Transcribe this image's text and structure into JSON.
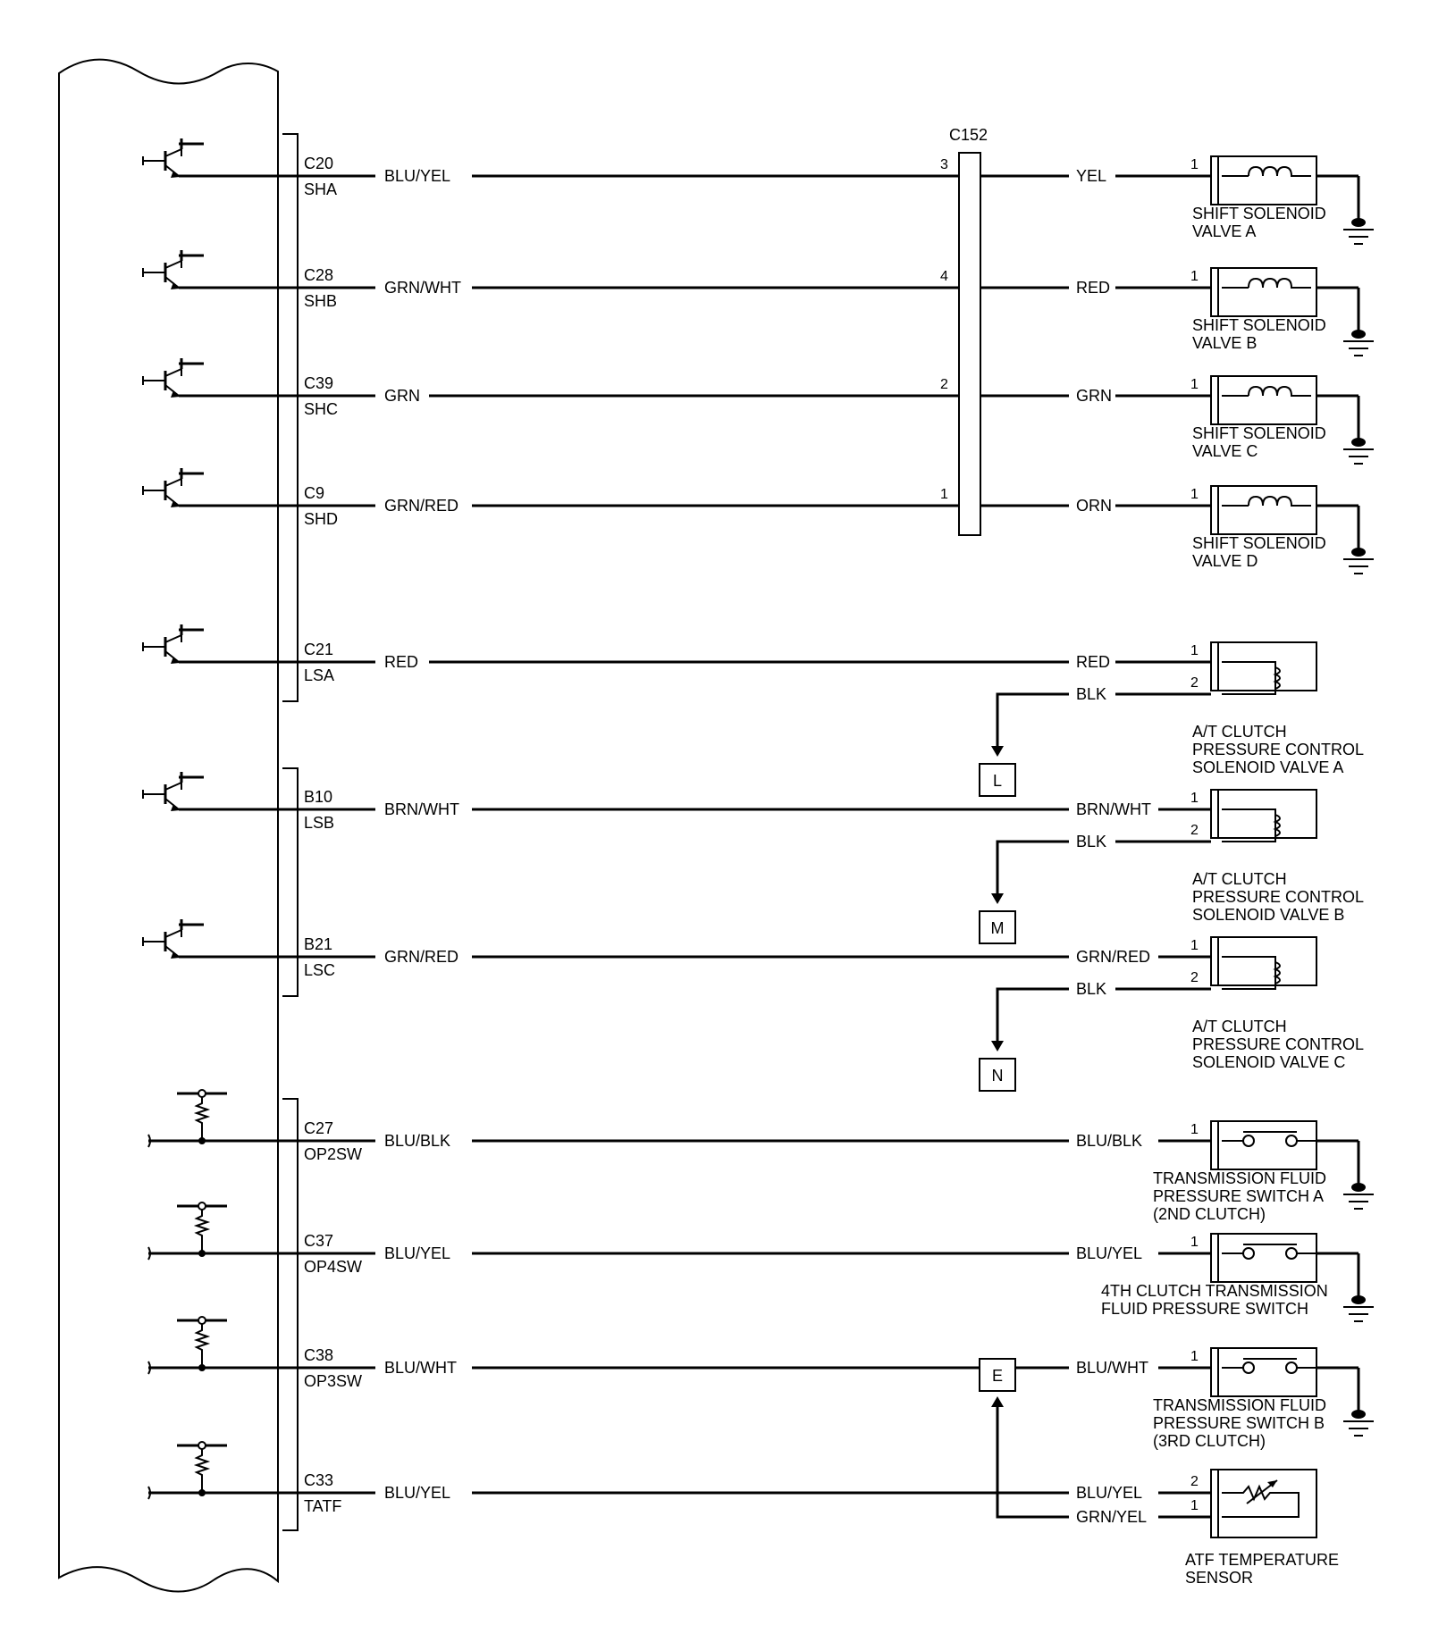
{
  "connector_c152": "C152",
  "circuits": [
    {
      "pin": "C20",
      "signal": "SHA",
      "wire": "BLU/YEL",
      "c152_pin": "3",
      "out_wire": "YEL",
      "comp_pins": [
        "1"
      ],
      "component": [
        "SHIFT SOLENOID",
        "VALVE A"
      ],
      "kind": "solenoid"
    },
    {
      "pin": "C28",
      "signal": "SHB",
      "wire": "GRN/WHT",
      "c152_pin": "4",
      "out_wire": "RED",
      "comp_pins": [
        "1"
      ],
      "component": [
        "SHIFT SOLENOID",
        "VALVE B"
      ],
      "kind": "solenoid"
    },
    {
      "pin": "C39",
      "signal": "SHC",
      "wire": "GRN",
      "c152_pin": "2",
      "out_wire": "GRN",
      "comp_pins": [
        "1"
      ],
      "component": [
        "SHIFT SOLENOID",
        "VALVE C"
      ],
      "kind": "solenoid"
    },
    {
      "pin": "C9",
      "signal": "SHD",
      "wire": "GRN/RED",
      "c152_pin": "1",
      "out_wire": "ORN",
      "comp_pins": [
        "1"
      ],
      "component": [
        "SHIFT SOLENOID",
        "VALVE D"
      ],
      "kind": "solenoid"
    },
    {
      "pin": "C21",
      "signal": "LSA",
      "wire": "RED",
      "out_wire": "RED",
      "ret_wire": "BLK",
      "comp_pins": [
        "1",
        "2"
      ],
      "ref": "L",
      "component": [
        "A/T CLUTCH",
        "PRESSURE CONTROL",
        "SOLENOID VALVE A"
      ],
      "kind": "linear"
    },
    {
      "pin": "B10",
      "signal": "LSB",
      "wire": "BRN/WHT",
      "out_wire": "BRN/WHT",
      "ret_wire": "BLK",
      "comp_pins": [
        "1",
        "2"
      ],
      "ref": "M",
      "component": [
        "A/T CLUTCH",
        "PRESSURE CONTROL",
        "SOLENOID VALVE B"
      ],
      "kind": "linear"
    },
    {
      "pin": "B21",
      "signal": "LSC",
      "wire": "GRN/RED",
      "out_wire": "GRN/RED",
      "ret_wire": "BLK",
      "comp_pins": [
        "1",
        "2"
      ],
      "ref": "N",
      "component": [
        "A/T CLUTCH",
        "PRESSURE CONTROL",
        "SOLENOID VALVE C"
      ],
      "kind": "linear"
    },
    {
      "pin": "C27",
      "signal": "OP2SW",
      "wire": "BLU/BLK",
      "out_wire": "BLU/BLK",
      "comp_pins": [
        "1"
      ],
      "component": [
        "TRANSMISSION FLUID",
        "PRESSURE SWITCH A",
        "(2ND CLUTCH)"
      ],
      "kind": "switch"
    },
    {
      "pin": "C37",
      "signal": "OP4SW",
      "wire": "BLU/YEL",
      "out_wire": "BLU/YEL",
      "comp_pins": [
        "1"
      ],
      "component": [
        "4TH CLUTCH TRANSMISSION",
        "FLUID PRESSURE SWITCH"
      ],
      "kind": "switch"
    },
    {
      "pin": "C38",
      "signal": "OP3SW",
      "wire": "BLU/WHT",
      "out_wire": "BLU/WHT",
      "comp_pins": [
        "1"
      ],
      "component": [
        "TRANSMISSION FLUID",
        "PRESSURE SWITCH B",
        "(3RD CLUTCH)"
      ],
      "kind": "switch"
    },
    {
      "pin": "C33",
      "signal": "TATF",
      "wire": "BLU/YEL",
      "out_wire": "BLU/YEL",
      "ret_wire": "GRN/YEL",
      "comp_pins": [
        "2",
        "1"
      ],
      "ref": "E",
      "component": [
        "ATF TEMPERATURE",
        "SENSOR"
      ],
      "kind": "sensor"
    }
  ]
}
